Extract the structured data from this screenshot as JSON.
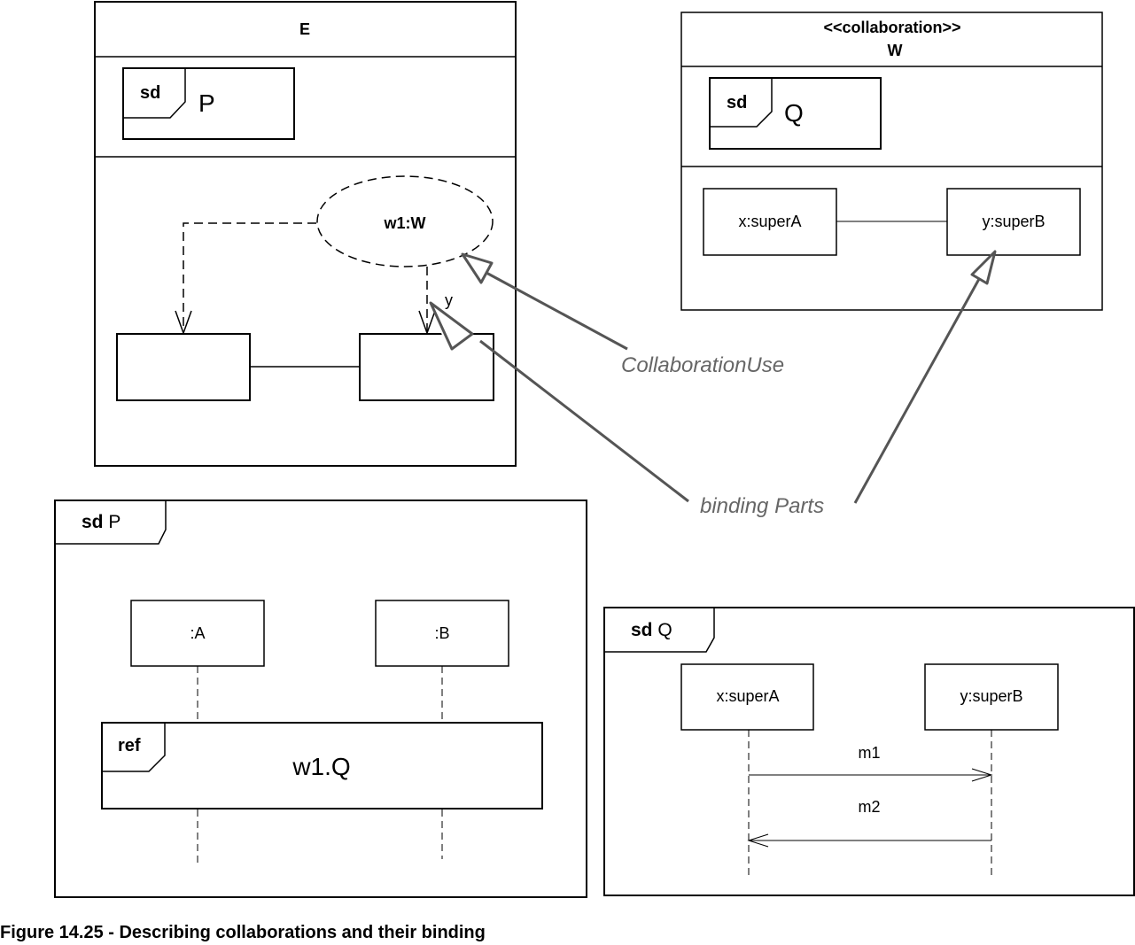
{
  "classifier_e": {
    "name": "E",
    "behavior": {
      "keyword": "sd",
      "name": "P"
    },
    "collaboration_use": "w1:W",
    "role_label": "y"
  },
  "collaboration_w": {
    "stereotype": "<<collaboration>>",
    "name": "W",
    "behavior": {
      "keyword": "sd",
      "name": "Q"
    },
    "parts": [
      "x:superA",
      "y:superB"
    ]
  },
  "annotations": {
    "collaboration_use": "CollaborationUse",
    "binding_parts": "binding Parts"
  },
  "sd_p": {
    "keyword": "sd",
    "name": "P",
    "lifelines": [
      ":A",
      ":B"
    ],
    "ref": {
      "keyword": "ref",
      "name": "w1.Q"
    }
  },
  "sd_q": {
    "keyword": "sd",
    "name": "Q",
    "lifelines": [
      "x:superA",
      "y:superB"
    ],
    "messages": [
      "m1",
      "m2"
    ]
  },
  "caption": "Figure 14.25 - Describing collaborations and their binding",
  "colors": {
    "annotation": "#666666",
    "line": "#000000"
  }
}
